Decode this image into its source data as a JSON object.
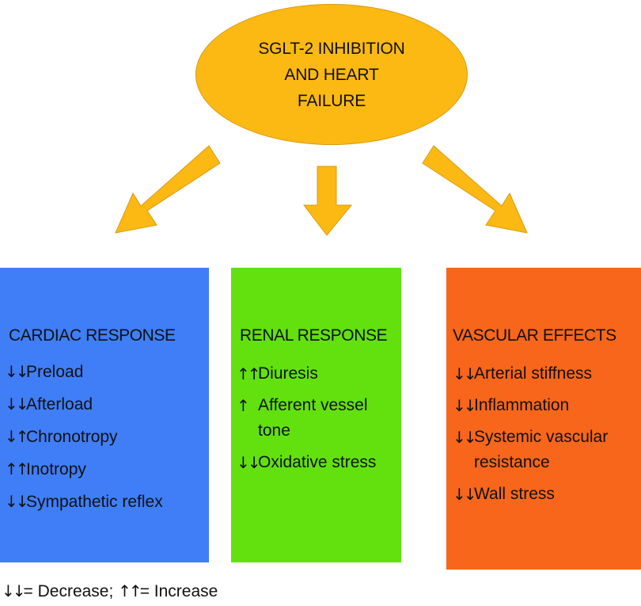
{
  "header": {
    "title": "SGLT-2 INHIBITION AND HEART FAILURE",
    "fill": "#FDB913"
  },
  "arrows": {
    "fill": "#FDB913",
    "directions": [
      "down-left",
      "down",
      "down-right"
    ]
  },
  "boxes": [
    {
      "id": "cardiac",
      "title": "CARDIAC RESPONSE",
      "color": "#3F7EF7",
      "items": [
        {
          "symbol": "↓↓",
          "text": "Preload"
        },
        {
          "symbol": "↓↓",
          "text": "Afterload"
        },
        {
          "symbol": "↓↑",
          "text": "Chronotropy"
        },
        {
          "symbol": "↑↑",
          "text": "Inotropy"
        },
        {
          "symbol": "↓↓",
          "text": "Sympathetic reflex"
        }
      ]
    },
    {
      "id": "renal",
      "title": "RENAL RESPONSE",
      "color": "#62E10F",
      "items": [
        {
          "symbol": "↑↑",
          "text": "Diuresis"
        },
        {
          "symbol": "↑",
          "text": "Afferent vessel tone"
        },
        {
          "symbol": "↓↓",
          "text": "Oxidative stress"
        }
      ]
    },
    {
      "id": "vascular",
      "title": "VASCULAR EFFECTS",
      "color": "#F7661B",
      "items": [
        {
          "symbol": "↓↓",
          "text": "Arterial stiffness"
        },
        {
          "symbol": "↓↓",
          "text": "Inflammation"
        },
        {
          "symbol": "↓↓",
          "text": "Systemic vascular resistance"
        },
        {
          "symbol": "↓↓",
          "text": "Wall stress"
        }
      ]
    }
  ],
  "legend": {
    "decrease_symbol": "↓↓",
    "decrease_text": "= Decrease;",
    "increase_symbol": "↑↑",
    "increase_text": "= Increase"
  }
}
